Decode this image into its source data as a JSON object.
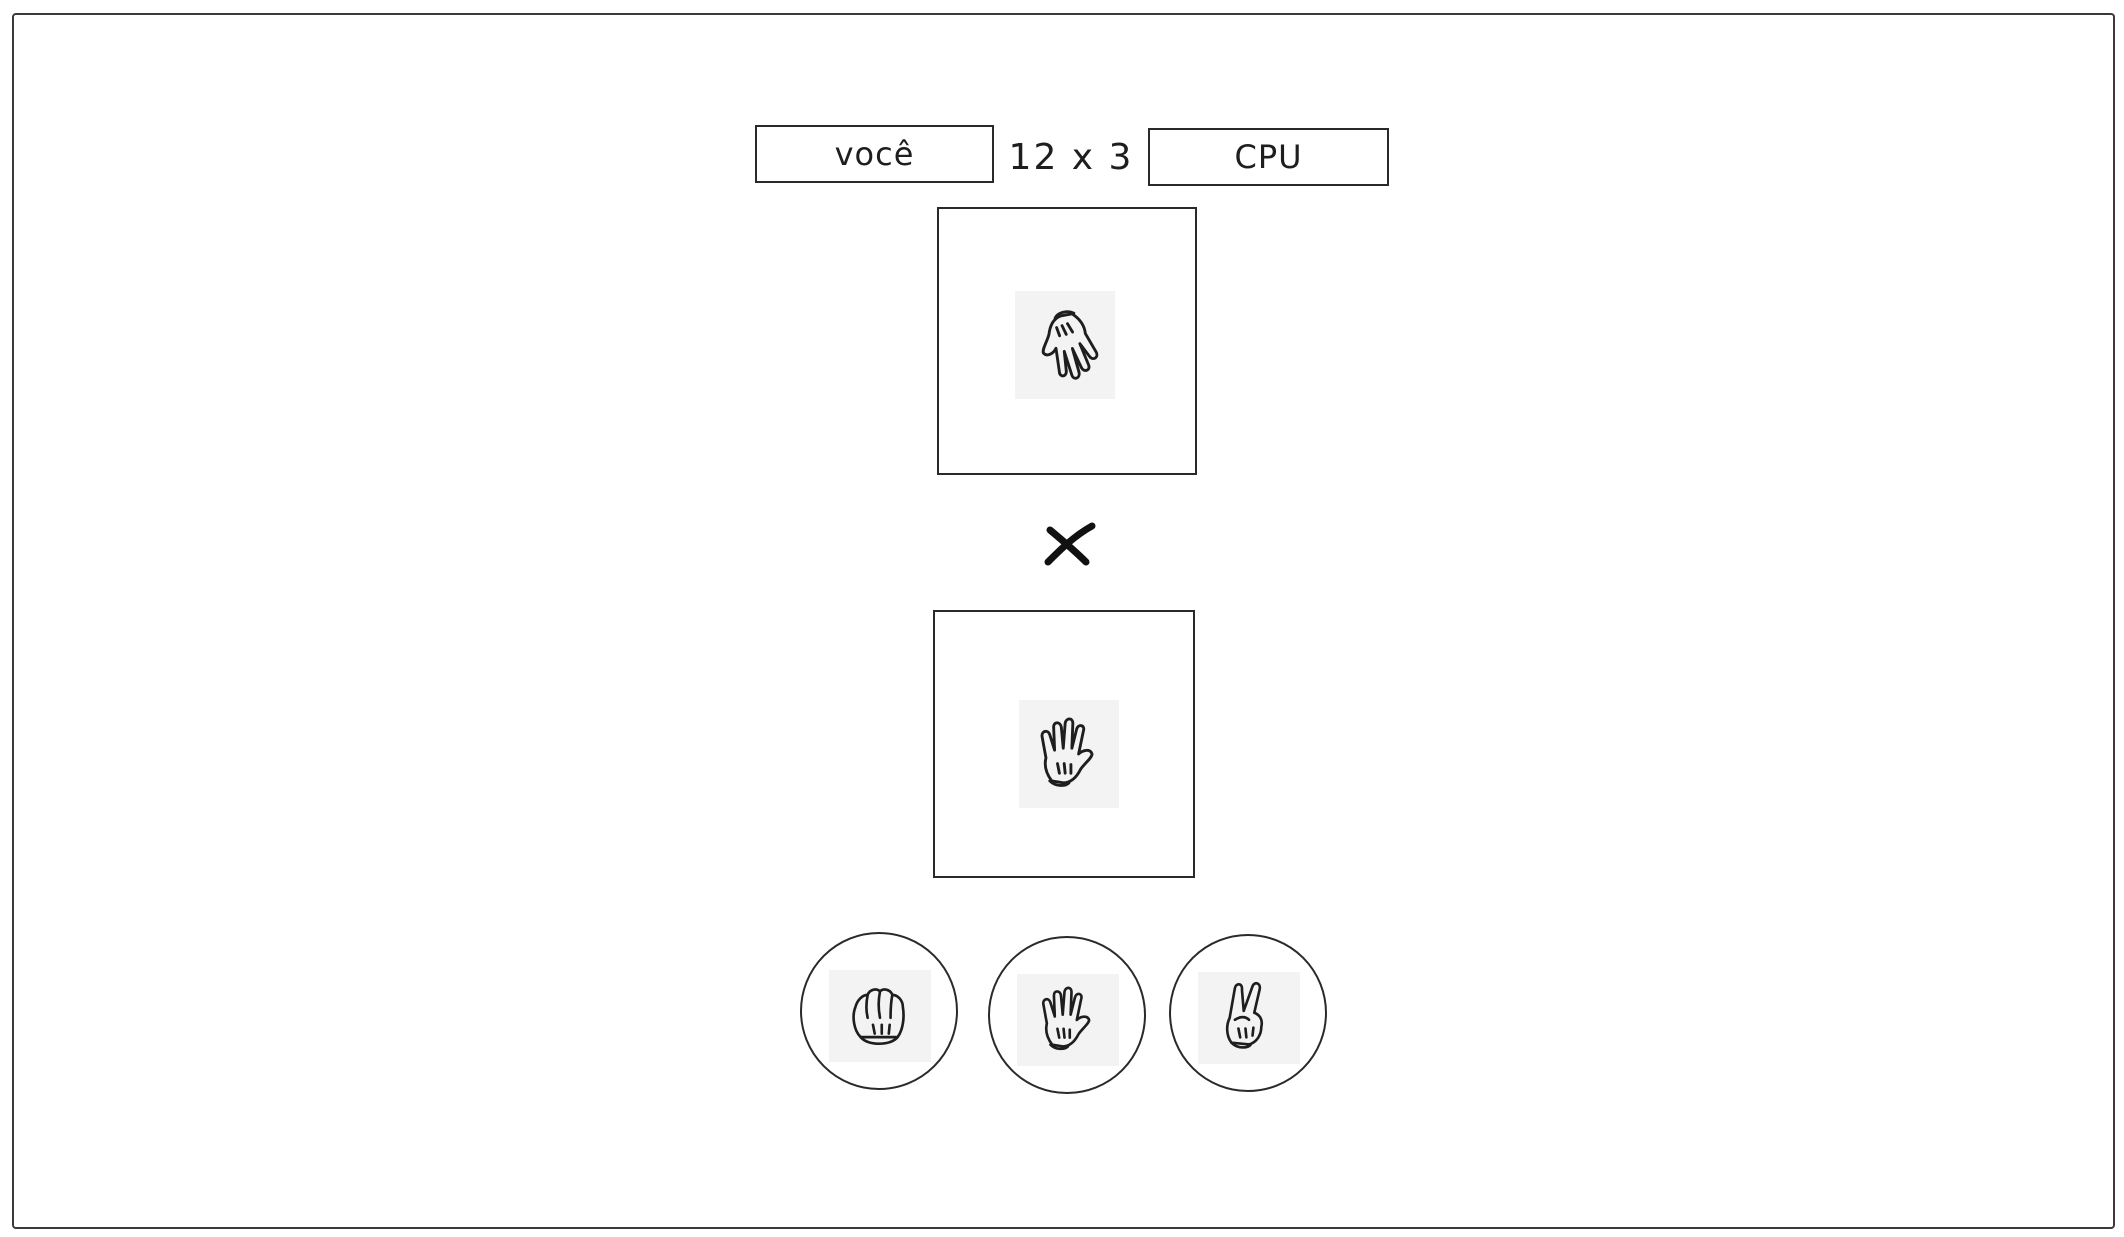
{
  "scoreboard": {
    "player_label": "você",
    "cpu_label": "CPU",
    "score_text": "12 x 3"
  },
  "cpu_play": {
    "hand_icon": "paper-hand-icon"
  },
  "versus": {
    "icon": "x-mark-icon"
  },
  "player_play": {
    "hand_icon": "paper-hand-icon"
  },
  "choices": [
    {
      "name": "rock",
      "icon": "rock-hand-icon"
    },
    {
      "name": "paper",
      "icon": "paper-hand-icon"
    },
    {
      "name": "scissors",
      "icon": "scissors-hand-icon"
    }
  ],
  "colors": {
    "stroke": "#1e1e1e",
    "tile_background": "#f3f3f3",
    "background": "#ffffff"
  }
}
